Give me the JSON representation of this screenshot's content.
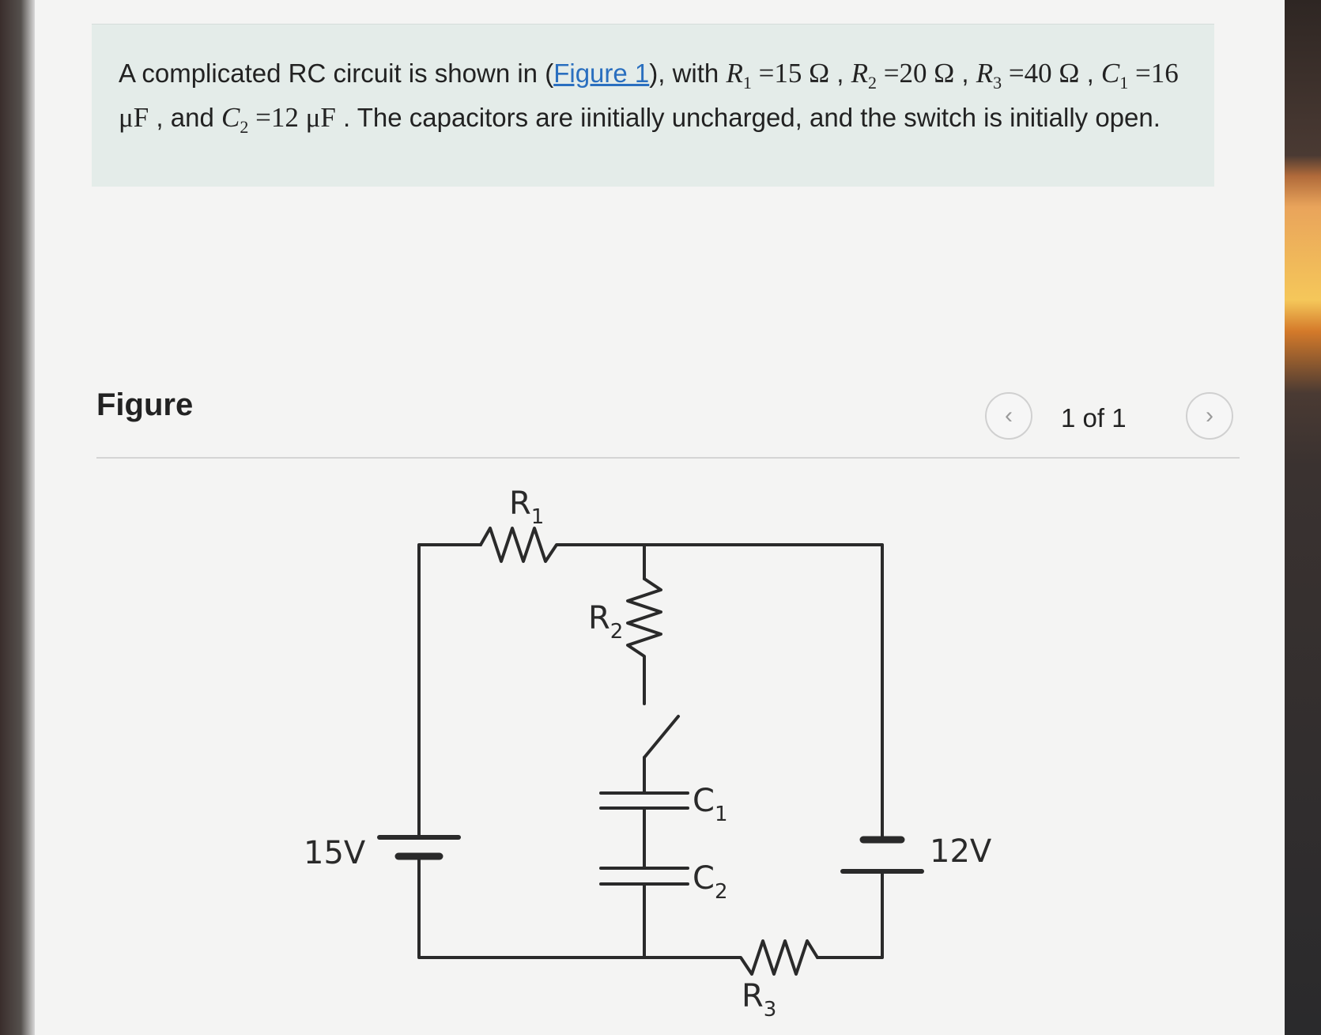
{
  "problem": {
    "t1": "A complicated RC circuit is shown in (",
    "link": "Figure 1",
    "t2": "), with ",
    "r1_sym": "R",
    "r1_sub": "1",
    "r1_val": " =15 Ω",
    "r2_sym": "R",
    "r2_sub": "2",
    "r2_val": " =20 Ω",
    "r3_sym": "R",
    "r3_sub": "3",
    "r3_val": " =40 Ω",
    "c1_sym": "C",
    "c1_sub": "1",
    "c1_val": " =16 μF",
    "c2_sym": "C",
    "c2_sub": "2",
    "c2_val": " =12 μF",
    "t_and": " , and ",
    "sep": " , ",
    "t3": " . The capacitors are iinitially uncharged, and the switch is initially open."
  },
  "figure": {
    "heading": "Figure",
    "pager": "1 of 1",
    "prev_icon": "‹",
    "next_icon": "›"
  },
  "circuit": {
    "r1_main": "R",
    "r1_sub": "1",
    "r2_main": "R",
    "r2_sub": "2",
    "r3_main": "R",
    "r3_sub": "3",
    "c1_main": "C",
    "c1_sub": "1",
    "c2_main": "C",
    "c2_sub": "2",
    "v_left": "15V",
    "v_right": "12V"
  },
  "colors": {
    "problem_bg": "#e4ece9",
    "link": "#2a6fbf",
    "wire": "#2a2a2a"
  }
}
